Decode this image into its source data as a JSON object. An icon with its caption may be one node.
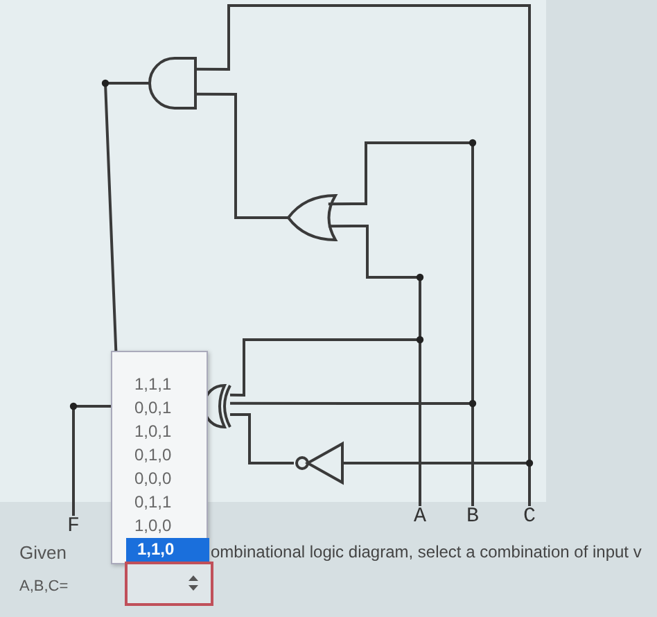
{
  "diagram": {
    "nodes": [
      {
        "text": [],
        "shape": "and-gate"
      },
      {
        "text": [],
        "shape": "or-gate"
      },
      {
        "text": [],
        "shape": "xor-gate"
      },
      {
        "text": [],
        "shape": "not-gate"
      },
      {
        "text": [
          "F"
        ]
      },
      {
        "text": [
          "A"
        ]
      },
      {
        "text": [
          "B"
        ]
      },
      {
        "text": [
          "C"
        ]
      }
    ],
    "edges": [
      {
        "from": 7,
        "to": 0,
        "arrow": "none"
      },
      {
        "from": 1,
        "to": 0,
        "arrow": "none"
      },
      {
        "from": 6,
        "to": 1,
        "arrow": "none"
      },
      {
        "from": 5,
        "to": 1,
        "arrow": "none"
      },
      {
        "from": 5,
        "to": 2,
        "arrow": "none"
      },
      {
        "from": 6,
        "to": 2,
        "arrow": "none"
      },
      {
        "from": 3,
        "to": 2,
        "arrow": "none"
      },
      {
        "from": 7,
        "to": 3,
        "arrow": "none"
      },
      {
        "from": 0,
        "to": null,
        "arrow": "none"
      },
      {
        "from": 2,
        "to": 4,
        "arrow": "none"
      }
    ],
    "labels": [
      "1,1,1",
      "0,0,1",
      "1,0,1",
      "0,1,0",
      "0,0,0",
      "0,1,1",
      "1,0,0",
      "1,1,0",
      "Given",
      "ombinational logic diagram, select a combination of input v",
      "A,B,C="
    ]
  }
}
